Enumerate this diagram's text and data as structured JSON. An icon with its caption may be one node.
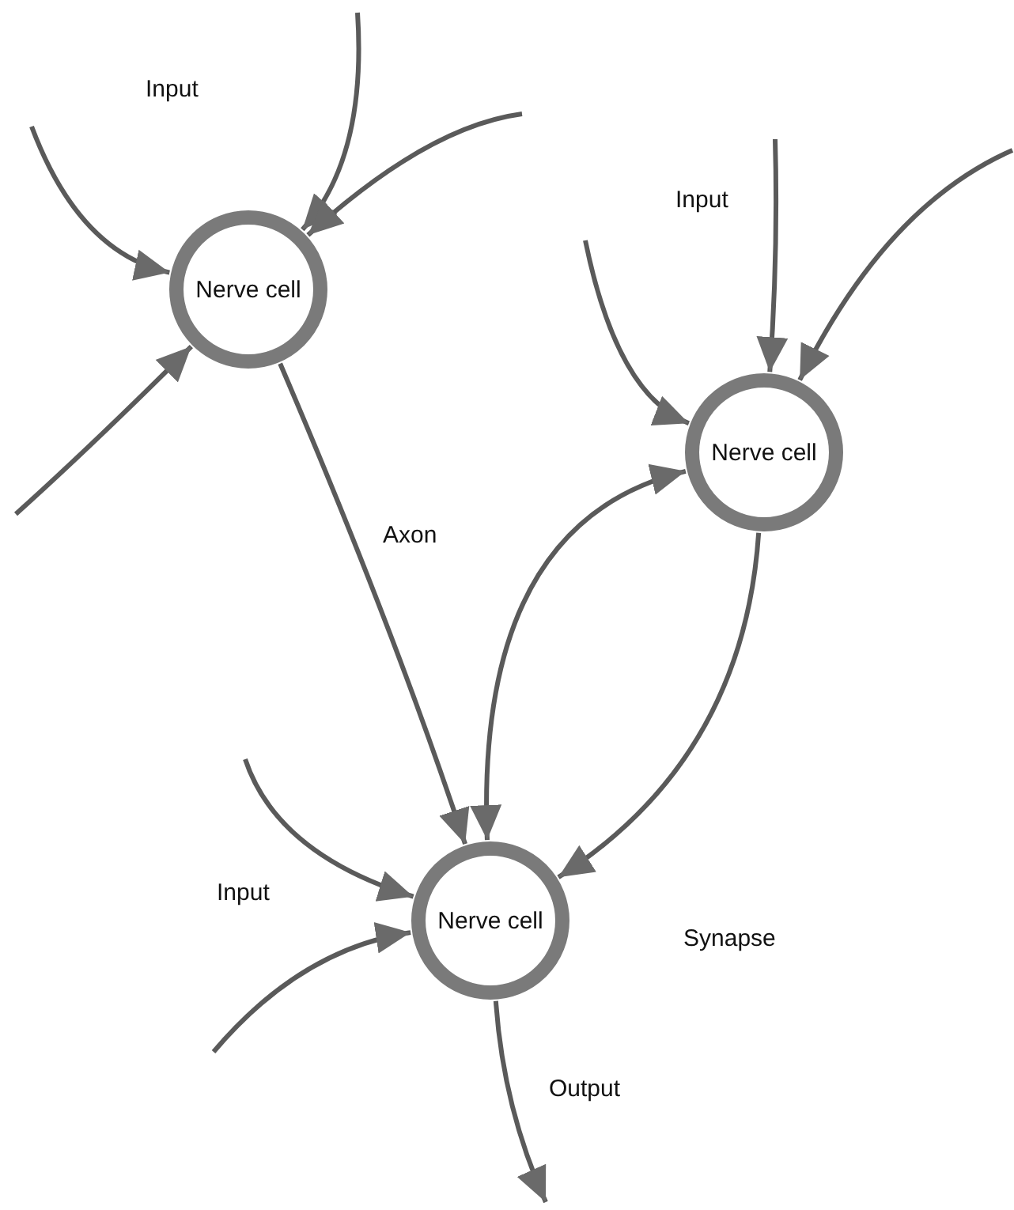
{
  "diagram": {
    "nodes": [
      {
        "text": [
          "Nerve cell"
        ]
      },
      {
        "text": [
          "Nerve cell"
        ]
      },
      {
        "text": [
          "Nerve cell"
        ]
      }
    ],
    "edges": [
      {
        "from": null,
        "to": 0,
        "arrow": "to"
      },
      {
        "from": null,
        "to": 0,
        "arrow": "to"
      },
      {
        "from": null,
        "to": 0,
        "arrow": "to"
      },
      {
        "from": null,
        "to": 0,
        "arrow": "to"
      },
      {
        "from": 0,
        "to": 2,
        "arrow": "to",
        "label": "Axon"
      },
      {
        "from": null,
        "to": 1,
        "arrow": "to"
      },
      {
        "from": null,
        "to": 1,
        "arrow": "to"
      },
      {
        "from": null,
        "to": 1,
        "arrow": "to"
      },
      {
        "from": 2,
        "to": 1,
        "arrow": "both"
      },
      {
        "from": 1,
        "to": 2,
        "arrow": "to"
      },
      {
        "from": null,
        "to": 2,
        "arrow": "to"
      },
      {
        "from": null,
        "to": 2,
        "arrow": "to"
      },
      {
        "from": 2,
        "to": null,
        "arrow": "to",
        "label": "Output"
      }
    ],
    "labels": [
      "Input",
      "Input",
      "Input",
      "Synapse"
    ]
  }
}
